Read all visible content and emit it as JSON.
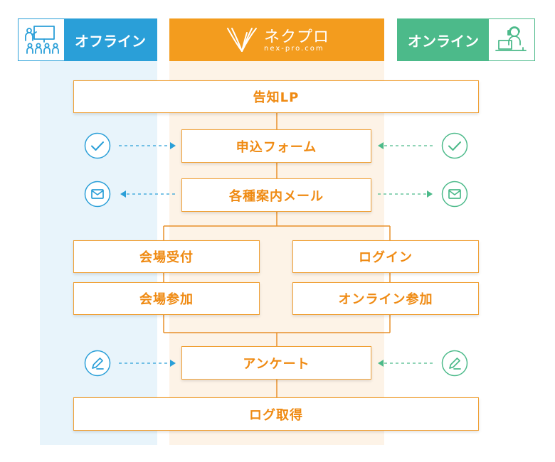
{
  "headers": {
    "offline": {
      "label": "オフライン",
      "icon": "presentation-audience-icon",
      "color": "#2a9fd8"
    },
    "center": {
      "brand": "ネクプロ",
      "url": "nex-pro.com",
      "icon": "nexpro-logo-icon",
      "color": "#f39c1e"
    },
    "online": {
      "label": "オンライン",
      "icon": "headset-laptop-icon",
      "color": "#4cba8a"
    }
  },
  "steps": {
    "announce_lp": "告知LP",
    "application_form": "申込フォーム",
    "info_mail": "各種案内メール",
    "venue_reception": "会場受付",
    "login": "ログイン",
    "venue_participation": "会場参加",
    "online_participation": "オンライン参加",
    "survey": "アンケート",
    "log_acquisition": "ログ取得"
  },
  "side_icons": {
    "check": "check-circle-icon",
    "mail": "mail-circle-icon",
    "pen": "pen-circle-icon"
  },
  "colors": {
    "step_border": "#f0a035",
    "step_text": "#ef8a12",
    "offline_lane": "#e8f4fb",
    "center_lane": "#fdf3e7",
    "connector": "#e8902a"
  }
}
